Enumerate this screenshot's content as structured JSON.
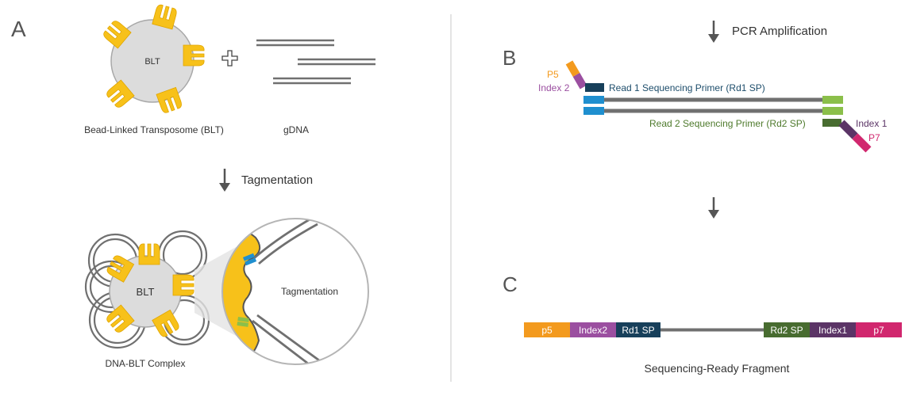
{
  "panels": {
    "a": "A",
    "b": "B",
    "c": "C"
  },
  "panel_a": {
    "bead_label": "BLT",
    "bead_caption": "Bead-Linked Transposome (BLT)",
    "gdna_caption": "gDNA",
    "plus_symbol": "+",
    "step_label": "Tagmentation",
    "complex_label": "BLT",
    "complex_caption": "DNA-BLT Complex",
    "zoom_label": "Tagmentation"
  },
  "panel_b": {
    "step_label": "PCR Amplification",
    "p5": "P5",
    "index2": "Index 2",
    "read1": "Read 1 Sequencing Primer (Rd1 SP)",
    "read2": "Read 2 Sequencing Primer (Rd2 SP)",
    "index1": "Index 1",
    "p7": "P7"
  },
  "panel_c": {
    "segments": {
      "p5": "p5",
      "index2": "Index2",
      "rd1": "Rd1 SP",
      "rd2": "Rd2 SP",
      "index1": "Index1",
      "p7": "p7"
    },
    "caption": "Sequencing-Ready Fragment"
  },
  "colors": {
    "p5": "#f39a1e",
    "index2": "#9b4fa0",
    "rd1": "#173f5a",
    "read_blue": "#1f8fcf",
    "read2_green": "#8bbf4a",
    "rd2": "#486c30",
    "index1": "#5b3466",
    "p7": "#d1276e",
    "transposome": "#f7c11a",
    "bead": "#dcdcdc",
    "dna": "#707070",
    "text": "#333333",
    "primer1_text": "#1d4d6b",
    "primer2_text": "#4e7a2c"
  },
  "icons": [
    "down-arrow-icon",
    "plus-icon"
  ]
}
